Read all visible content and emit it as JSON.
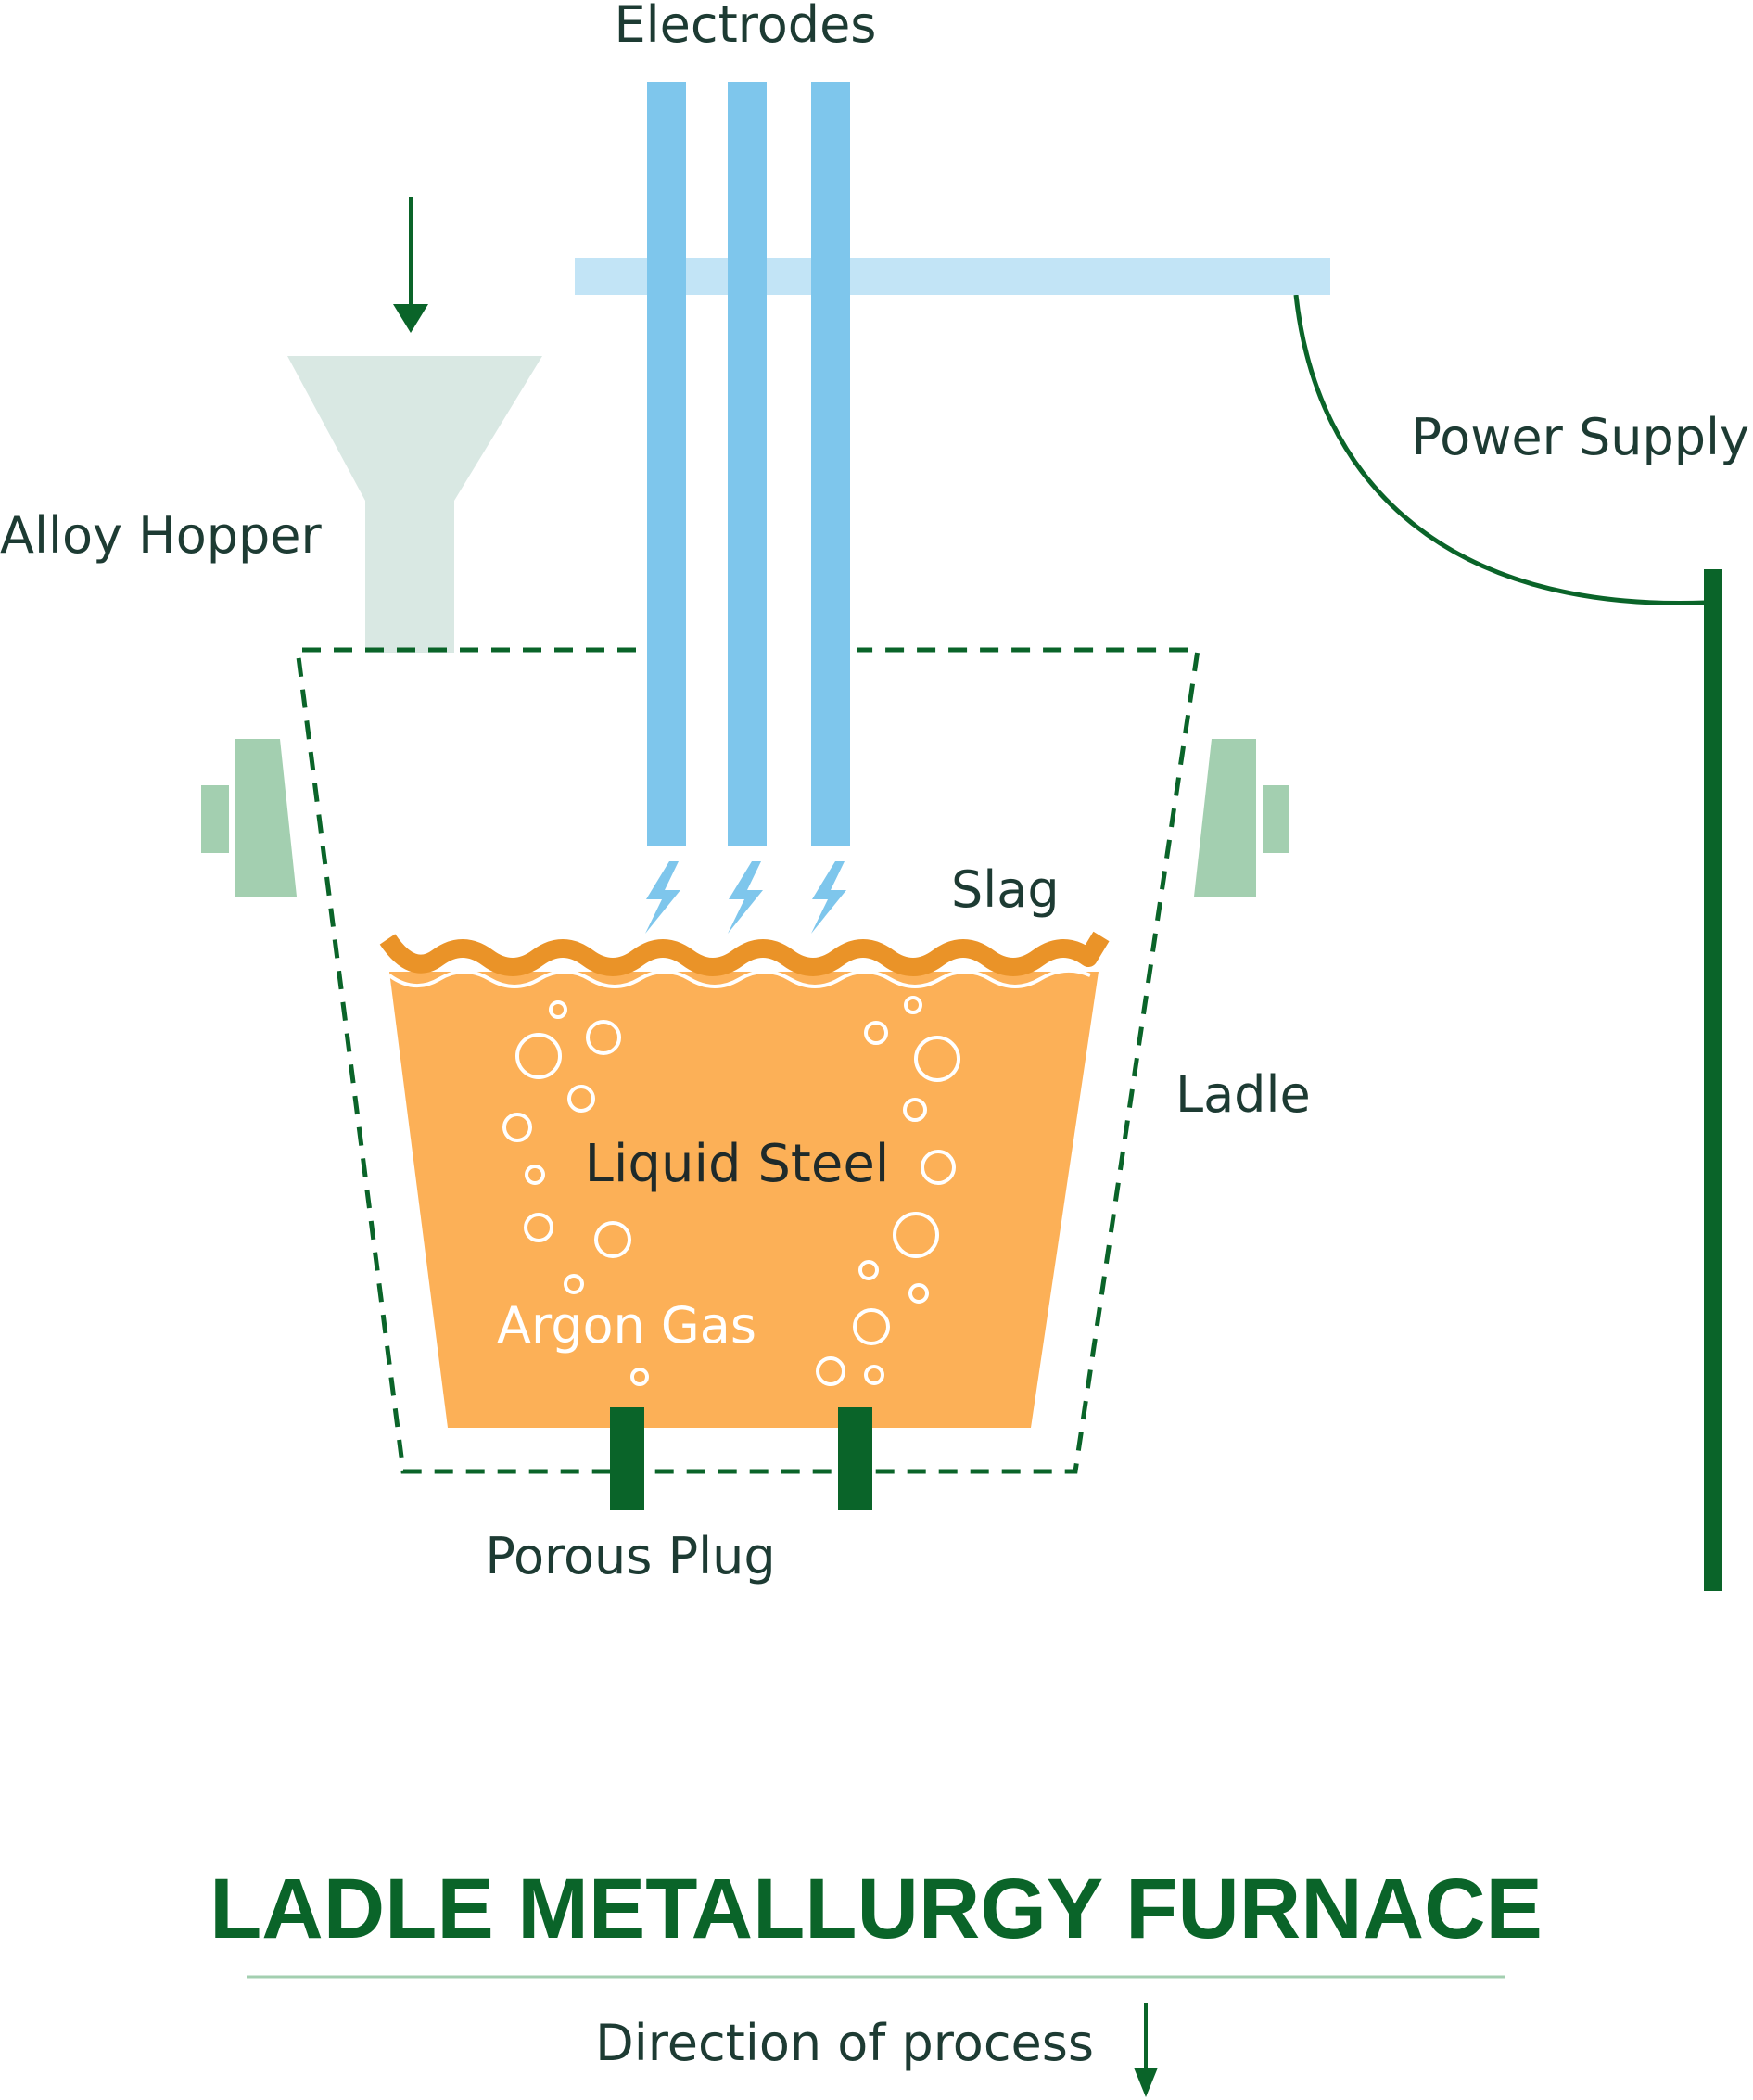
{
  "labels": {
    "electrodes": "Electrodes",
    "power_supply": "Power Supply",
    "alloy_hopper": "Alloy Hopper",
    "slag": "Slag",
    "ladle": "Ladle",
    "liquid_steel": "Liquid Steel",
    "argon_gas": "Argon Gas",
    "porous_plug": "Porous Plug"
  },
  "title": "LADLE METALLURGY FURNACE",
  "legend": {
    "direction_label": "Direction of process"
  },
  "colors": {
    "dark_green": "#0a6429",
    "electrode_blue": "#7ec6ec",
    "bar_light_blue": "#c2e4f6",
    "hopper_gray": "#d9e8e3",
    "clamp_green": "#a3cfb0",
    "steel_orange": "#fcb057",
    "slag_orange": "#ea9328",
    "text_dark": "#1d3b33"
  }
}
